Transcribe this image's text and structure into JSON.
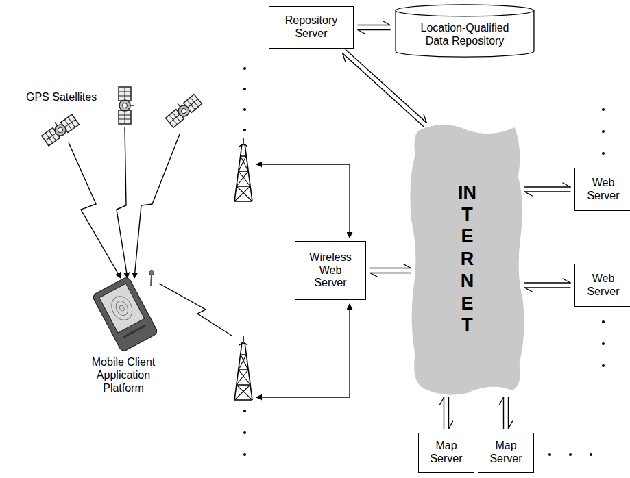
{
  "diagram": {
    "nodes": [
      {
        "text": [
          "Repository Server"
        ]
      },
      {
        "text": [
          "Location-Qualified Data Repository"
        ]
      },
      {
        "text": [
          "INTERNET"
        ]
      },
      {
        "text": [
          "Web Server"
        ]
      },
      {
        "text": [
          "Web Server"
        ]
      },
      {
        "text": [
          "Wireless Web Server"
        ]
      },
      {
        "text": [
          "Map Server"
        ]
      },
      {
        "text": [
          "Map Server"
        ]
      }
    ],
    "edges": [
      {
        "from": 0,
        "to": 1,
        "arrow": "both"
      },
      {
        "from": 0,
        "to": 2,
        "arrow": "both"
      },
      {
        "from": 5,
        "to": 2,
        "arrow": "both"
      },
      {
        "from": 2,
        "to": 3,
        "arrow": "both"
      },
      {
        "from": 2,
        "to": 4,
        "arrow": "both"
      },
      {
        "from": 2,
        "to": 6,
        "arrow": "both"
      },
      {
        "from": 2,
        "to": 7,
        "arrow": "both"
      }
    ],
    "labels": [
      "GPS Satellites",
      "Mobile Client Application Platform"
    ]
  }
}
